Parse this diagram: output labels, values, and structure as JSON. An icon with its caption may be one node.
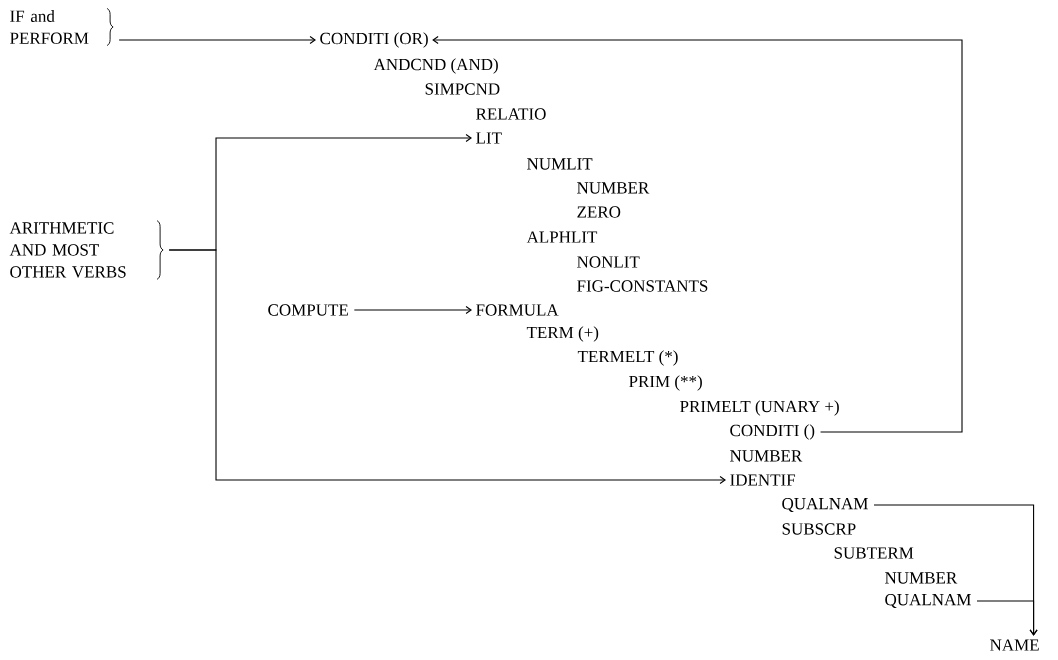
{
  "diagram": {
    "nodes": [
      {
        "text": [
          "IF and PERFORM"
        ]
      },
      {
        "text": [
          "CONDITI (OR)"
        ]
      },
      {
        "text": [
          "LIT"
        ]
      },
      {
        "text": [
          "ARITHMETIC AND MOST OTHER VERBS"
        ]
      },
      {
        "text": [
          "COMPUTE"
        ]
      },
      {
        "text": [
          "FORMULA"
        ]
      },
      {
        "text": [
          "CONDITI ()"
        ]
      },
      {
        "text": [
          "IDENTIF"
        ]
      },
      {
        "text": [
          "QUALNAM"
        ]
      },
      {
        "text": [
          "QUALNAM"
        ]
      },
      {
        "text": [
          "NAME"
        ]
      }
    ],
    "edges": [
      {
        "from": 0,
        "to": 1,
        "arrow": "to"
      },
      {
        "from": 6,
        "to": 1,
        "arrow": "to"
      },
      {
        "from": 3,
        "to": 2,
        "arrow": "to"
      },
      {
        "from": 3,
        "to": 7,
        "arrow": "to"
      },
      {
        "from": 4,
        "to": 5,
        "arrow": "to"
      },
      {
        "from": 8,
        "to": 10,
        "arrow": "to"
      },
      {
        "from": 9,
        "to": 10,
        "arrow": "to"
      }
    ],
    "labels": [
      "ANDCND (AND)",
      "SIMPCND",
      "RELATIO",
      "NUMLIT",
      "NUMBER",
      "ZERO",
      "ALPHLIT",
      "NONLIT",
      "FIG-CONSTANTS",
      "TERM (+)",
      "TERMELT (*)",
      "PRIM (**)",
      "PRIMELT (UNARY +)",
      "NUMBER",
      "SUBSCRP",
      "SUBTERM",
      "NUMBER"
    ]
  }
}
